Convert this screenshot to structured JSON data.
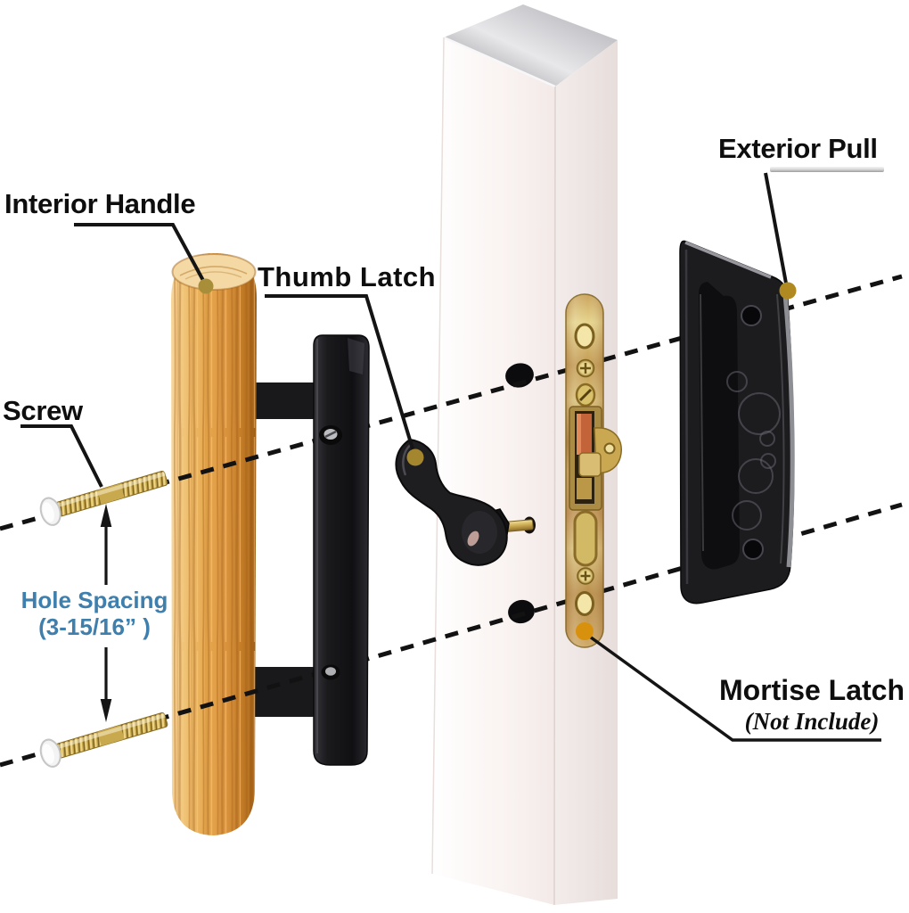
{
  "page": {
    "type": "product-parts-diagram",
    "subject": "Sliding glass door handle set exploded view with callouts"
  },
  "labels": {
    "interior_handle": "Interior Handle",
    "thumb_latch": "Thumb Latch",
    "exterior_pull": "Exterior Pull",
    "screw": "Screw",
    "hole_spacing_line1": "Hole Spacing",
    "hole_spacing_line2": "(3-15/16” )",
    "mortise_latch": "Mortise Latch",
    "mortise_latch_note": "(Not Include)"
  },
  "colors": {
    "background": "#ffffff",
    "label_text": "#0e0e0e",
    "hole_spacing_text": "#3e7fae",
    "wood_handle": "#e7a94f",
    "black_hardware": "#1c1c1f",
    "brass": "#c9a94e",
    "door_face": "#faf4f2",
    "marker_gold": "#a98e3a",
    "marker_orange": "#d8910c"
  }
}
